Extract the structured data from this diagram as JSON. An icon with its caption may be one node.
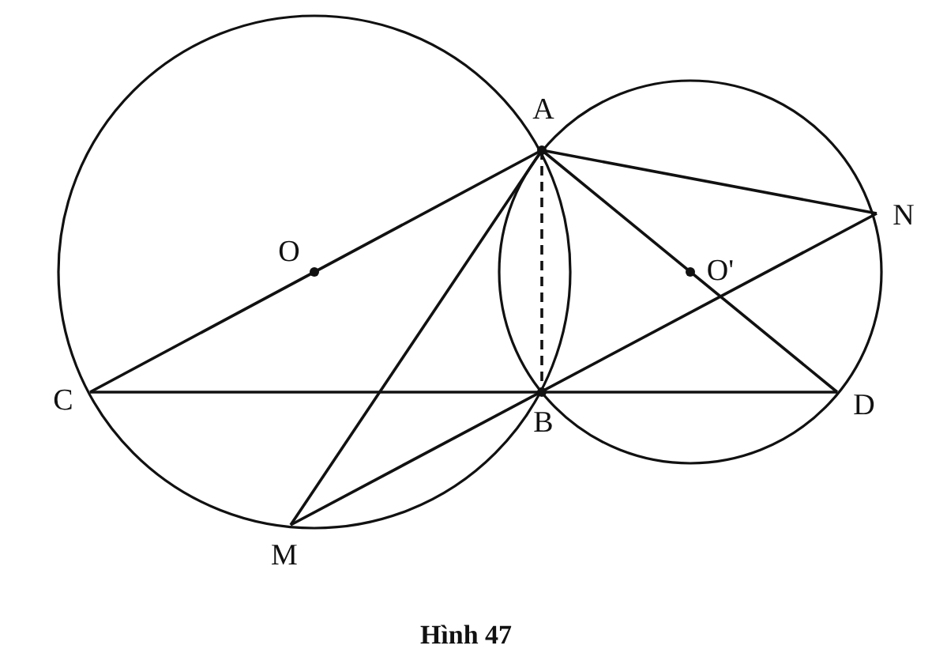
{
  "diagram": {
    "caption": "Hình 47",
    "nodes": [
      {
        "text": [
          "A"
        ]
      },
      {
        "text": [
          "O"
        ]
      },
      {
        "text": [
          "O'"
        ]
      },
      {
        "text": [
          "N"
        ]
      },
      {
        "text": [
          "C"
        ]
      },
      {
        "text": [
          "B"
        ]
      },
      {
        "text": [
          "D"
        ]
      },
      {
        "text": [
          "M"
        ]
      }
    ],
    "edges": [
      {
        "from": 0,
        "to": 4,
        "arrow": "none"
      },
      {
        "from": 4,
        "to": 6,
        "arrow": "none"
      },
      {
        "from": 0,
        "to": 5,
        "arrow": "none",
        "style": "dashed"
      },
      {
        "from": 0,
        "to": 7,
        "arrow": "none"
      },
      {
        "from": 7,
        "to": 3,
        "arrow": "none"
      },
      {
        "from": 0,
        "to": 3,
        "arrow": "none"
      },
      {
        "from": 0,
        "to": 6,
        "arrow": "none"
      }
    ]
  }
}
